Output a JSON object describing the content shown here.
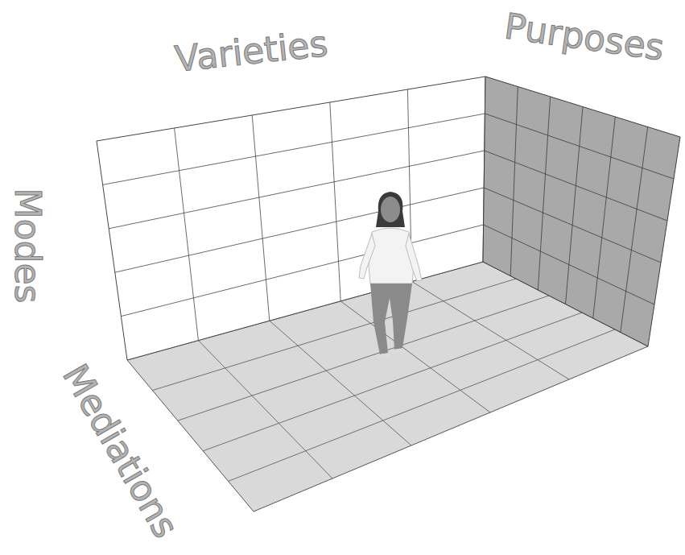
{
  "diagram": {
    "labels": [
      "Varieties",
      "Purposes",
      "Modes",
      "Mediations"
    ]
  }
}
